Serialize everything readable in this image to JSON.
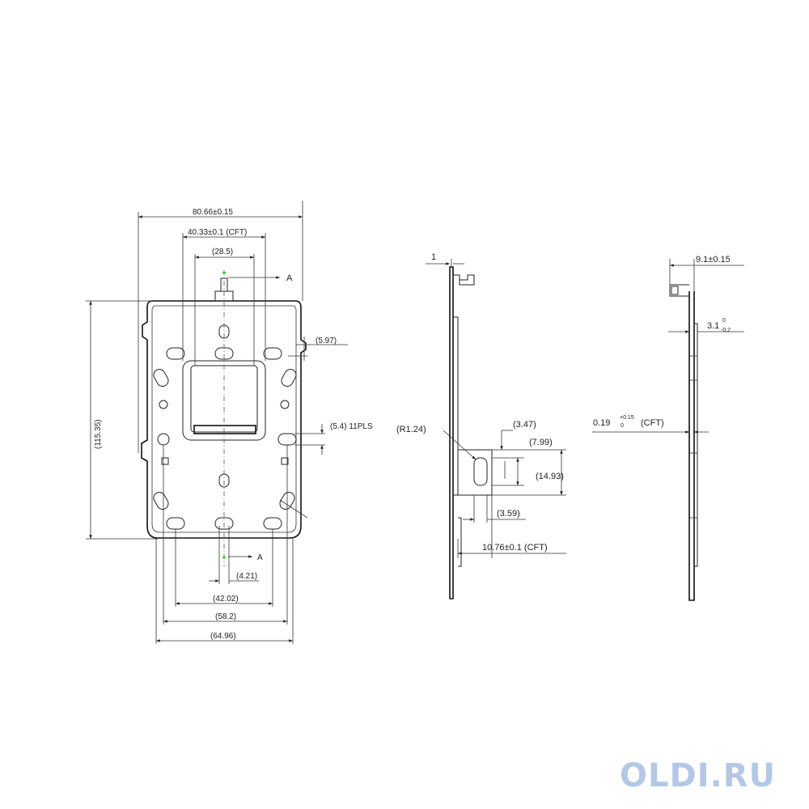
{
  "front_view": {
    "overall_width": "80.66±0.15",
    "cft_width": "40.33±0.1   (CFT)",
    "slot_width": "(28.5)",
    "section_mark_top": "A",
    "section_mark_bottom": "A",
    "overall_height": "(115.35)",
    "edge_offset": "(5.97)",
    "hole_spec": "(5.4)  11PLS",
    "hole_pitch": "(4.21)",
    "span_inner": "(42.02)",
    "span_mid": "(58.2)",
    "span_outer": "(64.96)"
  },
  "side_view": {
    "thickness": "1",
    "radius": "(R1.24)",
    "dim_a": "(3.47)",
    "dim_b": "(7.99)",
    "dim_c": "(14.93)",
    "dim_d": "(3.59)",
    "dim_e": "10.76±0.1   (CFT)"
  },
  "end_view": {
    "depth": "9.1±0.15",
    "step_base": "3.1",
    "step_upper": "0",
    "step_lower": "-0.2",
    "gap_base": "0.19",
    "gap_upper": "+0.15",
    "gap_lower": "0",
    "gap_note": "(CFT)"
  },
  "watermark": {
    "text": "OLDI.RU",
    "color": "#b4c8e6"
  }
}
